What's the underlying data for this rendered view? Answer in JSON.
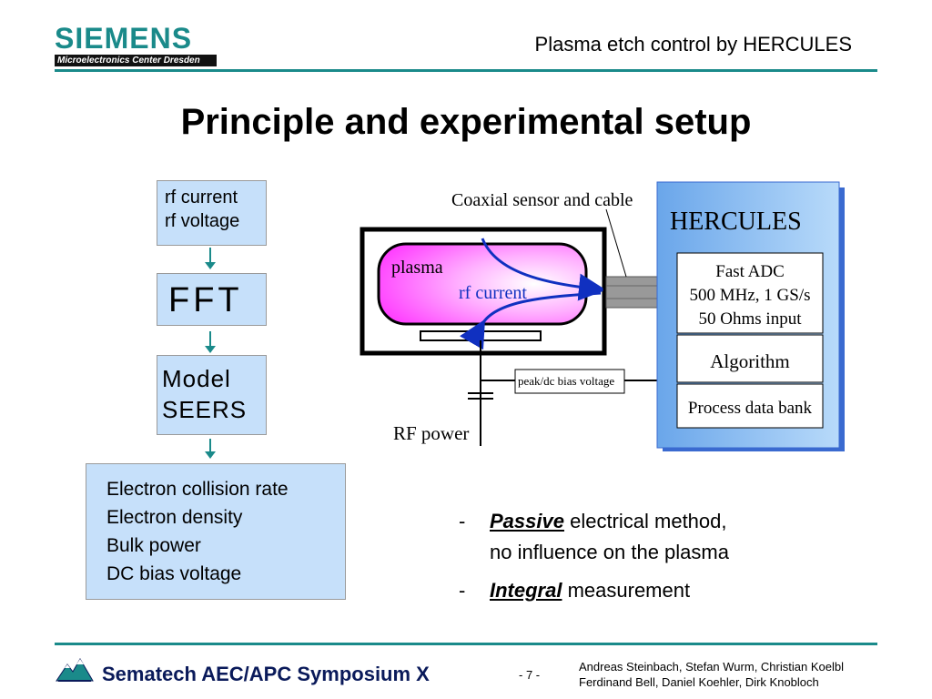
{
  "header": {
    "logo_word": "SIEMENS",
    "logo_subtitle": "Microelectronics Center Dresden",
    "slide_topic": "Plasma etch control by HERCULES"
  },
  "title": "Principle and experimental setup",
  "flow": {
    "box1": [
      "rf current",
      "rf voltage"
    ],
    "box2": "FFT",
    "box3": [
      "Model",
      "SEERS"
    ],
    "box4": [
      "Electron collision rate",
      "Electron density",
      "Bulk power",
      "DC bias voltage"
    ]
  },
  "diagram": {
    "coax_label": "Coaxial sensor and cable",
    "plasma_label": "plasma",
    "rf_current_label": "rf current",
    "rf_power_label": "RF power",
    "bias_label": "peak/dc bias voltage",
    "system_title": "HERCULES",
    "adc": [
      "Fast ADC",
      "500 MHz, 1 GS/s",
      "50 Ohms input"
    ],
    "algorithm": "Algorithm",
    "databank": "Process data bank"
  },
  "bullets": [
    {
      "dash": "-",
      "emph": "Passive",
      "rest": " electrical method,",
      "line2": "no influence on the plasma"
    },
    {
      "dash": "-",
      "emph": "Integral",
      "rest": " measurement",
      "line2": ""
    }
  ],
  "footer": {
    "conference": "Sematech AEC/APC Symposium X",
    "page": "- 7 -",
    "authors_line1": "Andreas Steinbach, Stefan Wurm, Christian Koelbl",
    "authors_line2": "Ferdinand Bell, Daniel Koehler, Dirk Knobloch"
  },
  "colors": {
    "accent": "#1a8a8a",
    "box_fill": "#c6e0fa",
    "hercules_fill": "#8ec0f0",
    "plasma": "#ff55ff",
    "arrow_blue": "#1030c0"
  }
}
